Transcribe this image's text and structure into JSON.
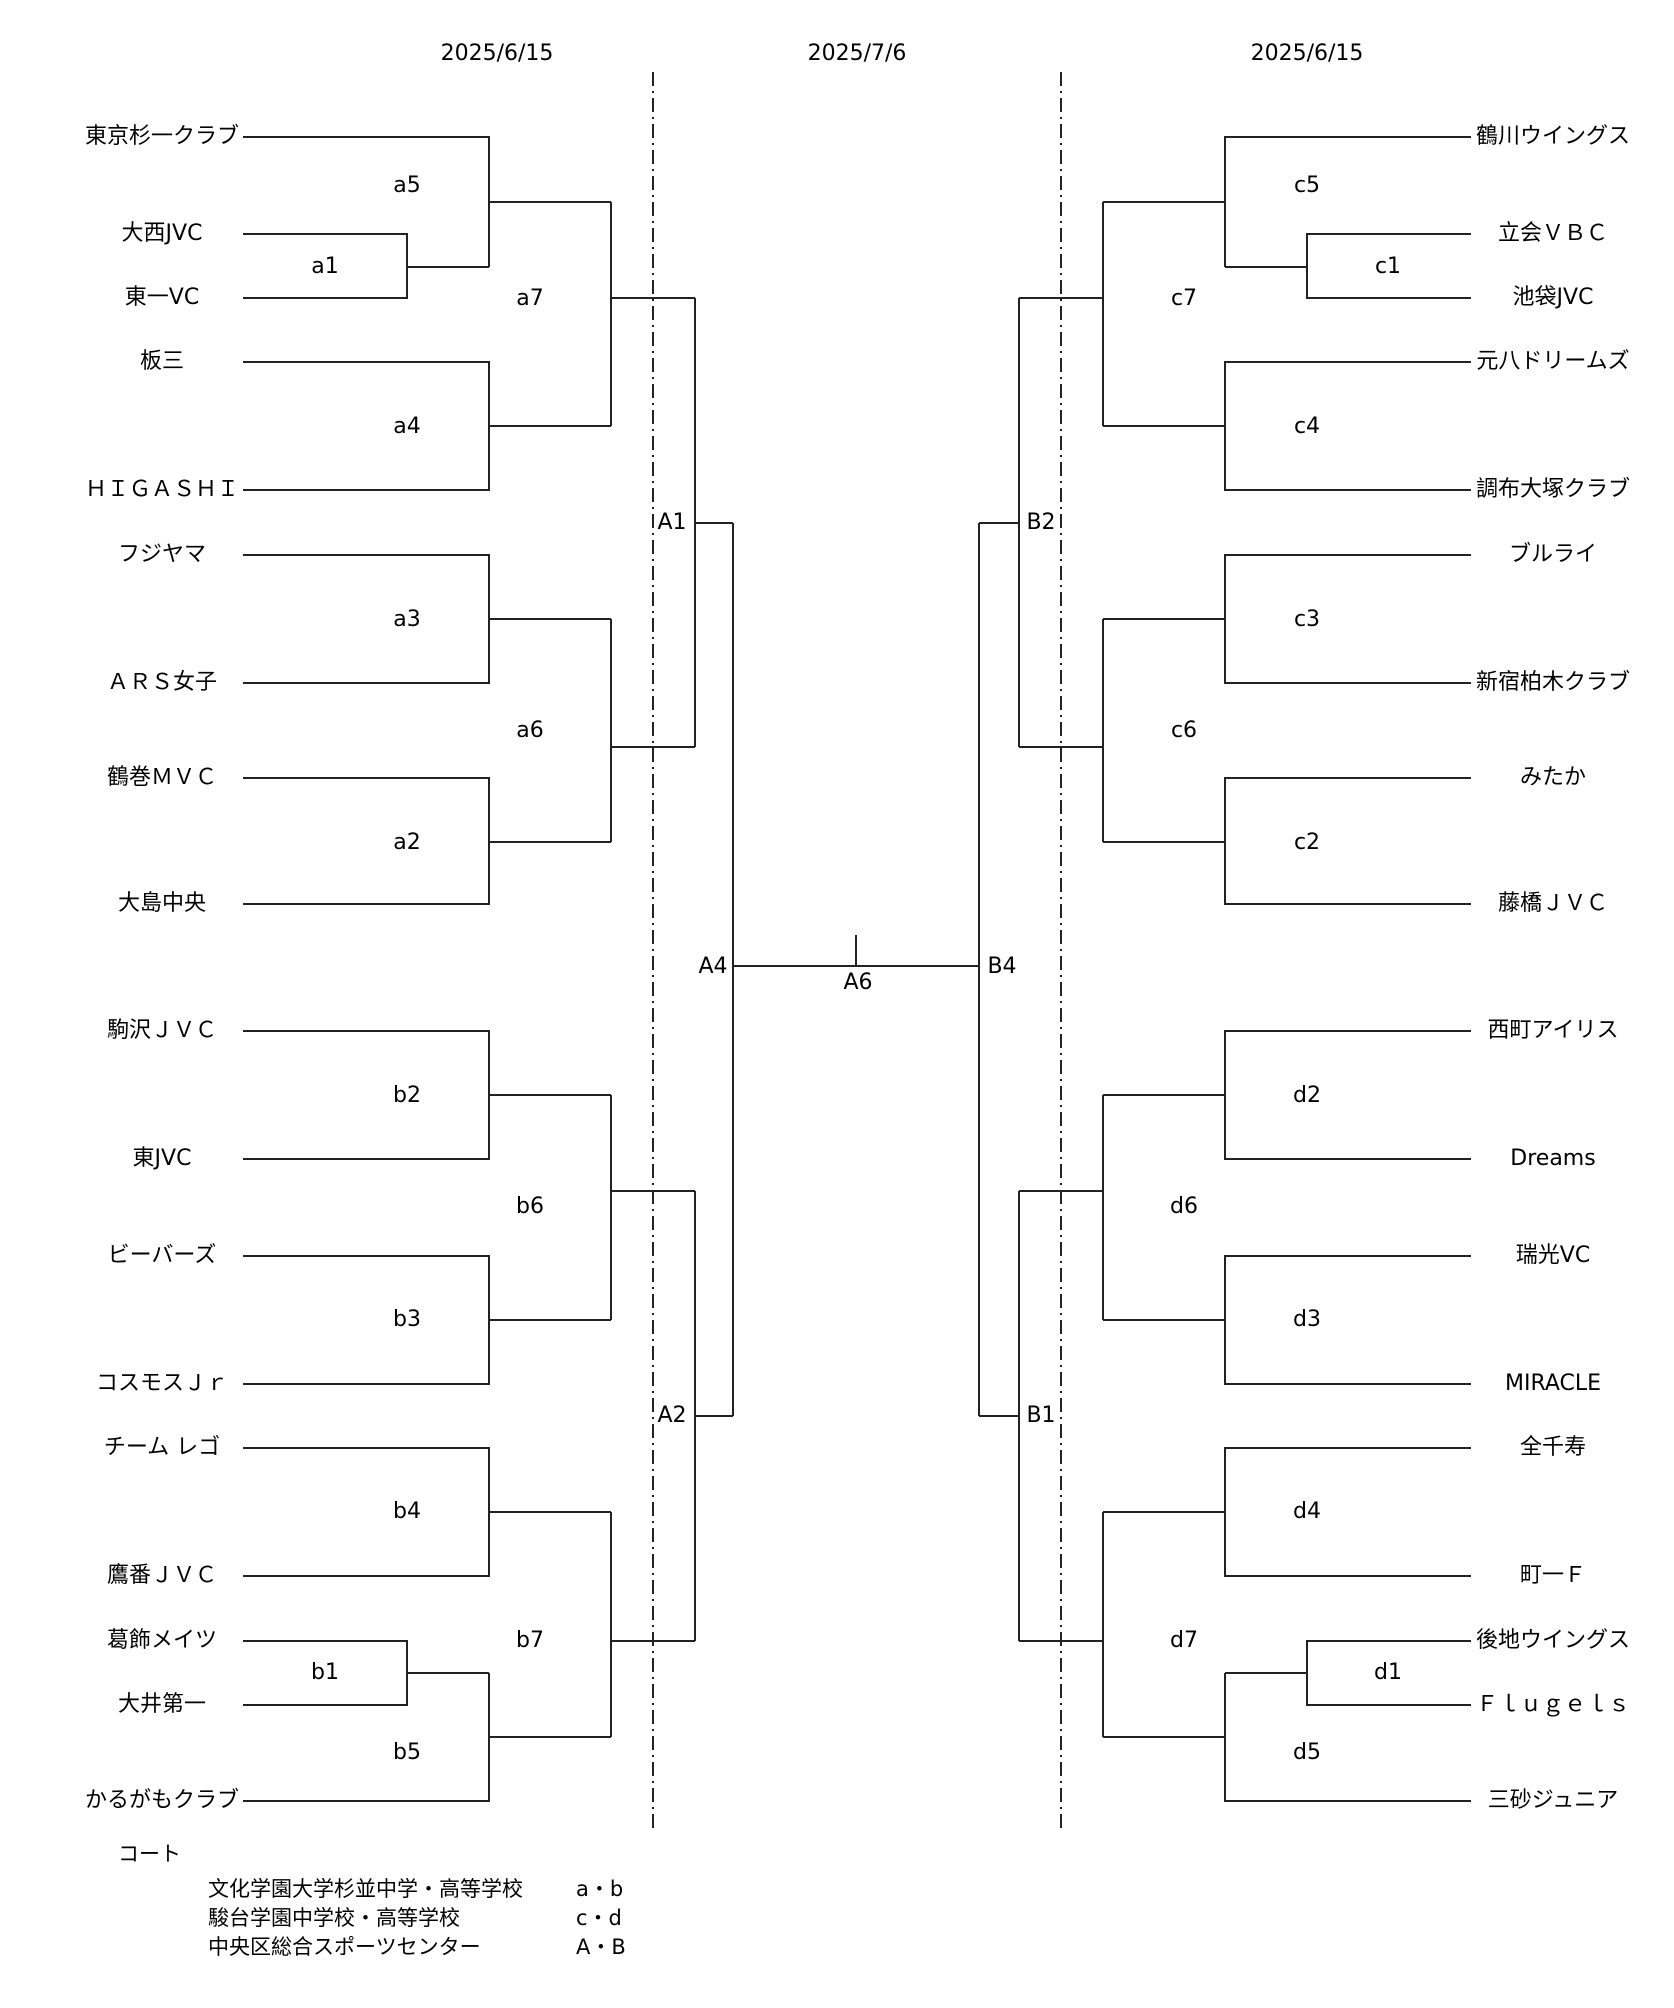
{
  "dates": {
    "left": "2025/6/15",
    "center": "2025/7/6",
    "right": "2025/6/15"
  },
  "teams_left": [
    "東京杉一クラブ",
    "大西JVC",
    "東一VC",
    "板三",
    "ＨＩＧＡＳＨＩ",
    "フジヤマ",
    "ＡＲＳ女子",
    "鶴巻ＭＶＣ",
    "大島中央",
    "駒沢ＪＶＣ",
    "東JVC",
    "ビーバーズ",
    "コスモスＪｒ",
    "チーム レゴ",
    "鷹番ＪＶＣ",
    "葛飾メイツ",
    "大井第一",
    "かるがもクラブ"
  ],
  "teams_right": [
    "鶴川ウイングス",
    "立会ＶＢＣ",
    "池袋JVC",
    "元八ドリームズ",
    "調布大塚クラブ",
    "ブルライ",
    "新宿柏木クラブ",
    "みたか",
    "藤橋ＪＶＣ",
    "西町アイリス",
    "Dreams",
    "瑞光VC",
    "MIRACLE",
    "全千寿",
    "町一Ｆ",
    "後地ウイングス",
    "Ｆｌｕｇｅｌｓ",
    "三砂ジュニア"
  ],
  "matches": {
    "a1": "a1",
    "a2": "a2",
    "a3": "a3",
    "a4": "a4",
    "a5": "a5",
    "a6": "a6",
    "a7": "a7",
    "b1": "b1",
    "b2": "b2",
    "b3": "b3",
    "b4": "b4",
    "b5": "b5",
    "b6": "b6",
    "b7": "b7",
    "c1": "c1",
    "c2": "c2",
    "c3": "c3",
    "c4": "c4",
    "c5": "c5",
    "c6": "c6",
    "c7": "c7",
    "d1": "d1",
    "d2": "d2",
    "d3": "d3",
    "d4": "d4",
    "d5": "d5",
    "d6": "d6",
    "d7": "d7",
    "A1": "A1",
    "A2": "A2",
    "A4": "A4",
    "A6": "A6",
    "B1": "B1",
    "B2": "B2",
    "B4": "B4"
  },
  "legend": {
    "title": "コート",
    "rows": [
      {
        "venue": "文化学園大学杉並中学・高等学校",
        "courts": "a・b"
      },
      {
        "venue": "駿台学園中学校・高等学校",
        "courts": "c・d"
      },
      {
        "venue": "中央区総合スポーツセンター",
        "courts": "A・B"
      }
    ]
  }
}
